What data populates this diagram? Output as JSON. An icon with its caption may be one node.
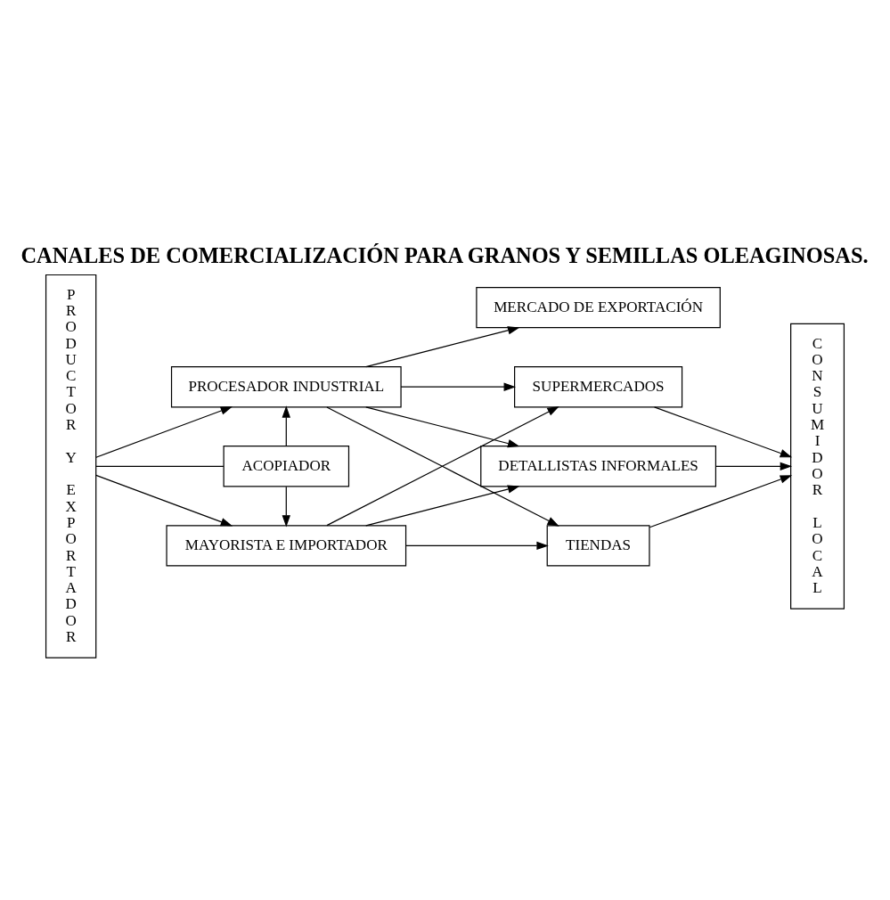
{
  "diagram": {
    "title": "CANALES DE COMERCIALIZACIÓN PARA GRANOS Y SEMILLAS OLEAGINOSAS.",
    "nodes": [
      {
        "text": [
          "PRODUCTOR Y EXPORTADOR"
        ]
      },
      {
        "text": [
          "PROCESADOR INDUSTRIAL"
        ]
      },
      {
        "text": [
          "MERCADO DE EXPORTACIÓN"
        ]
      },
      {
        "text": [
          "SUPERMERCADOS"
        ]
      },
      {
        "text": [
          "CONSUMIDOR LOCAL"
        ]
      },
      {
        "text": [
          "ACOPIADOR"
        ]
      },
      {
        "text": [
          "DETALLISTAS INFORMALES"
        ]
      },
      {
        "text": [
          "MAYORISTA E IMPORTADOR"
        ]
      },
      {
        "text": [
          "TIENDAS"
        ]
      }
    ],
    "edges": [
      {
        "from": 0,
        "to": 1,
        "arrow": "to"
      },
      {
        "from": 0,
        "to": 5,
        "arrow": "none"
      },
      {
        "from": 0,
        "to": 7,
        "arrow": "to"
      },
      {
        "from": 5,
        "to": 1,
        "arrow": "to"
      },
      {
        "from": 5,
        "to": 7,
        "arrow": "to"
      },
      {
        "from": 1,
        "to": 2,
        "arrow": "to"
      },
      {
        "from": 1,
        "to": 3,
        "arrow": "to"
      },
      {
        "from": 1,
        "to": 6,
        "arrow": "to"
      },
      {
        "from": 1,
        "to": 8,
        "arrow": "to"
      },
      {
        "from": 7,
        "to": 3,
        "arrow": "to"
      },
      {
        "from": 7,
        "to": 6,
        "arrow": "to"
      },
      {
        "from": 7,
        "to": 8,
        "arrow": "to"
      },
      {
        "from": 3,
        "to": 4,
        "arrow": "to"
      },
      {
        "from": 6,
        "to": 4,
        "arrow": "to"
      },
      {
        "from": 8,
        "to": 4,
        "arrow": "to"
      }
    ]
  }
}
